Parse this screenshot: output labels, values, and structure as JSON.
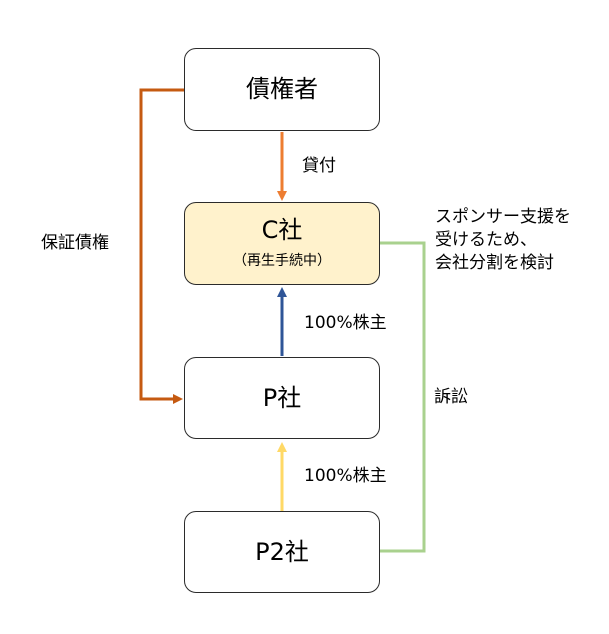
{
  "nodes": {
    "creditor": {
      "label": "債権者"
    },
    "c_company": {
      "label": "C社",
      "sublabel": "（再生手続中）"
    },
    "p_company": {
      "label": "P社"
    },
    "p2_company": {
      "label": "P2社"
    }
  },
  "edges": {
    "loan": {
      "label": "貸付",
      "color": "#ED7D31"
    },
    "guarantee": {
      "label": "保証債権",
      "color": "#C55A11"
    },
    "c_shareholder": {
      "label": "100%株主",
      "color": "#2F5597"
    },
    "p_shareholder": {
      "label": "100%株主",
      "color": "#FFD966"
    },
    "lawsuit": {
      "label": "訴訟",
      "color": "#A9D18E"
    }
  },
  "annotation": {
    "lines": [
      "スポンサー支援を",
      "受けるため、",
      "会社分割を検討"
    ]
  },
  "colors": {
    "c_company_fill": "#FFF2CC",
    "box_border": "#2B2B2B"
  }
}
